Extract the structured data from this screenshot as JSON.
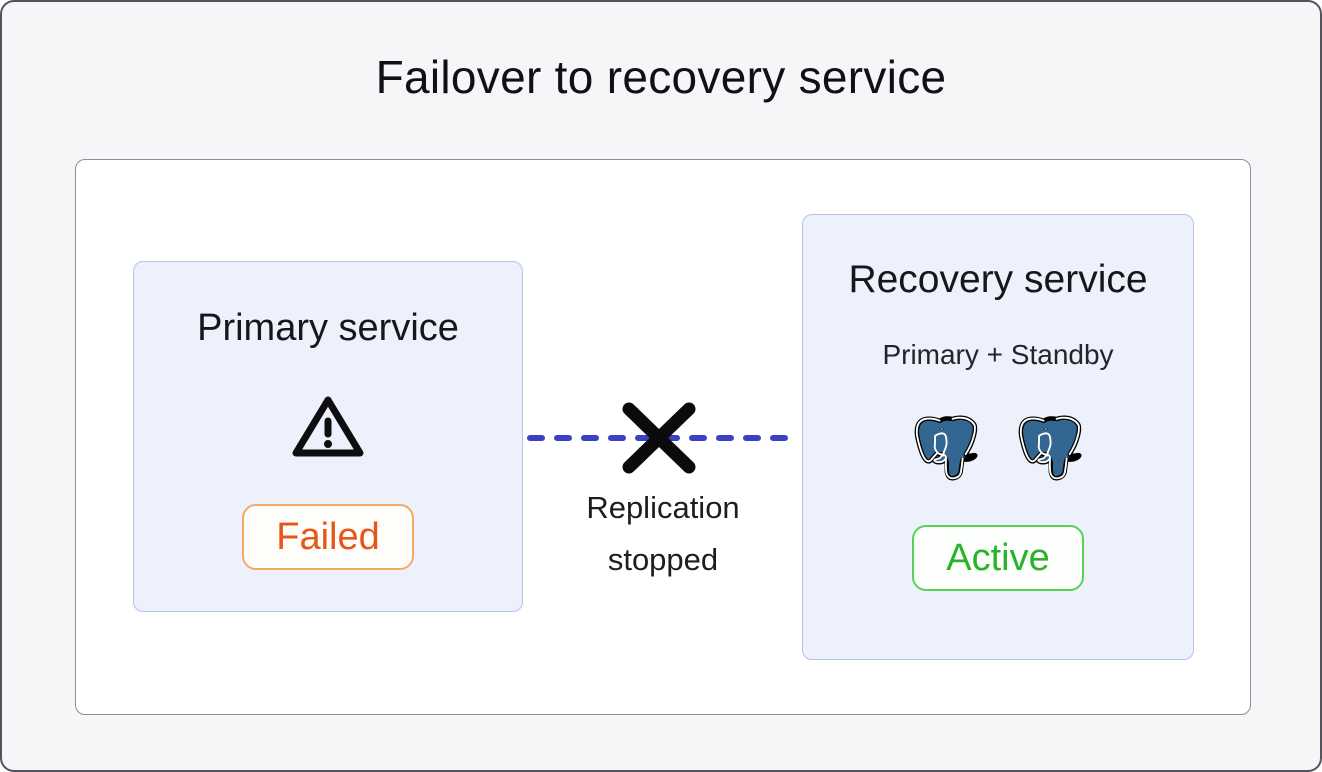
{
  "title": "Failover to recovery service",
  "primary_service": {
    "title": "Primary service",
    "status": "Failed",
    "icon": "warning-triangle"
  },
  "connection": {
    "label": "Replication stopped",
    "icon": "cross-x",
    "line_style": "dashed"
  },
  "recovery_service": {
    "title": "Recovery service",
    "subtitle": "Primary + Standby",
    "status": "Active",
    "icon": "postgresql-elephant",
    "database_icon_count": 2
  },
  "colors": {
    "canvas_bg": "#f5f6f8",
    "inner_container_bg": "#ffffff",
    "service_box_bg": "#edf1fc",
    "service_box_border": "#b6c1ec",
    "dashed_line_blue": "#3a41c2",
    "failed_text": "#e65617",
    "failed_border": "#f3a968",
    "active_text": "#2ab32a",
    "active_border": "#57d257",
    "postgres_blue": "#336791",
    "title_text": "#101114"
  }
}
